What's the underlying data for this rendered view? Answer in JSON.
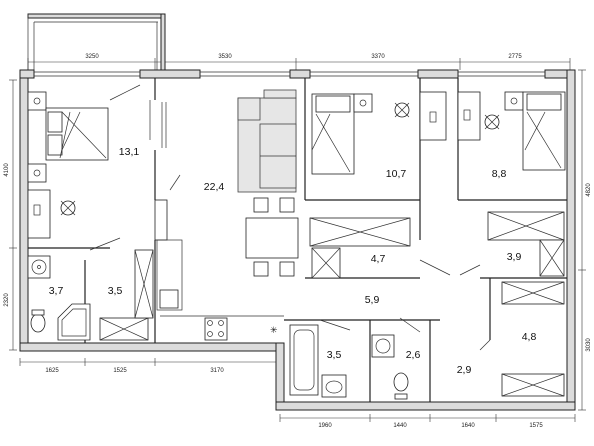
{
  "rooms": [
    {
      "id": "bedroom",
      "area": "13,1"
    },
    {
      "id": "living",
      "area": "22,4"
    },
    {
      "id": "bedroom2",
      "area": "10,7"
    },
    {
      "id": "bedroom3",
      "area": "8,8"
    },
    {
      "id": "closet1",
      "area": "4,7"
    },
    {
      "id": "closet2",
      "area": "3,9"
    },
    {
      "id": "bath1",
      "area": "3,7"
    },
    {
      "id": "wc1",
      "area": "3,5"
    },
    {
      "id": "hall",
      "area": "5,9"
    },
    {
      "id": "bath2",
      "area": "3,5"
    },
    {
      "id": "wc2",
      "area": "2,6"
    },
    {
      "id": "corridor",
      "area": "2,9"
    },
    {
      "id": "storage",
      "area": "4,8"
    }
  ],
  "dimensions": {
    "top": [
      "3250",
      "3530",
      "3370",
      "2775"
    ],
    "bottom": [
      "1625",
      "1525",
      "3170",
      "1960",
      "1440",
      "1640",
      "1575"
    ],
    "left": [
      "4100",
      "2320"
    ],
    "right": [
      "4820",
      "3030"
    ]
  }
}
